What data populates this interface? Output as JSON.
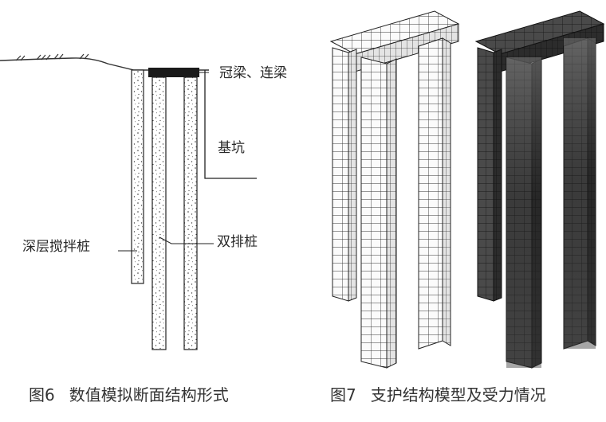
{
  "figure6": {
    "caption_num": "图6",
    "caption_text": "数值模拟断面结构形式",
    "labels": {
      "crown_beam": "冠梁、连梁",
      "foundation_pit": "基坑",
      "mixing_pile": "深层搅拌桩",
      "double_row_pile": "双排桩"
    }
  },
  "figure7": {
    "caption_num": "图7",
    "caption_text": "支护结构模型及受力情况"
  }
}
